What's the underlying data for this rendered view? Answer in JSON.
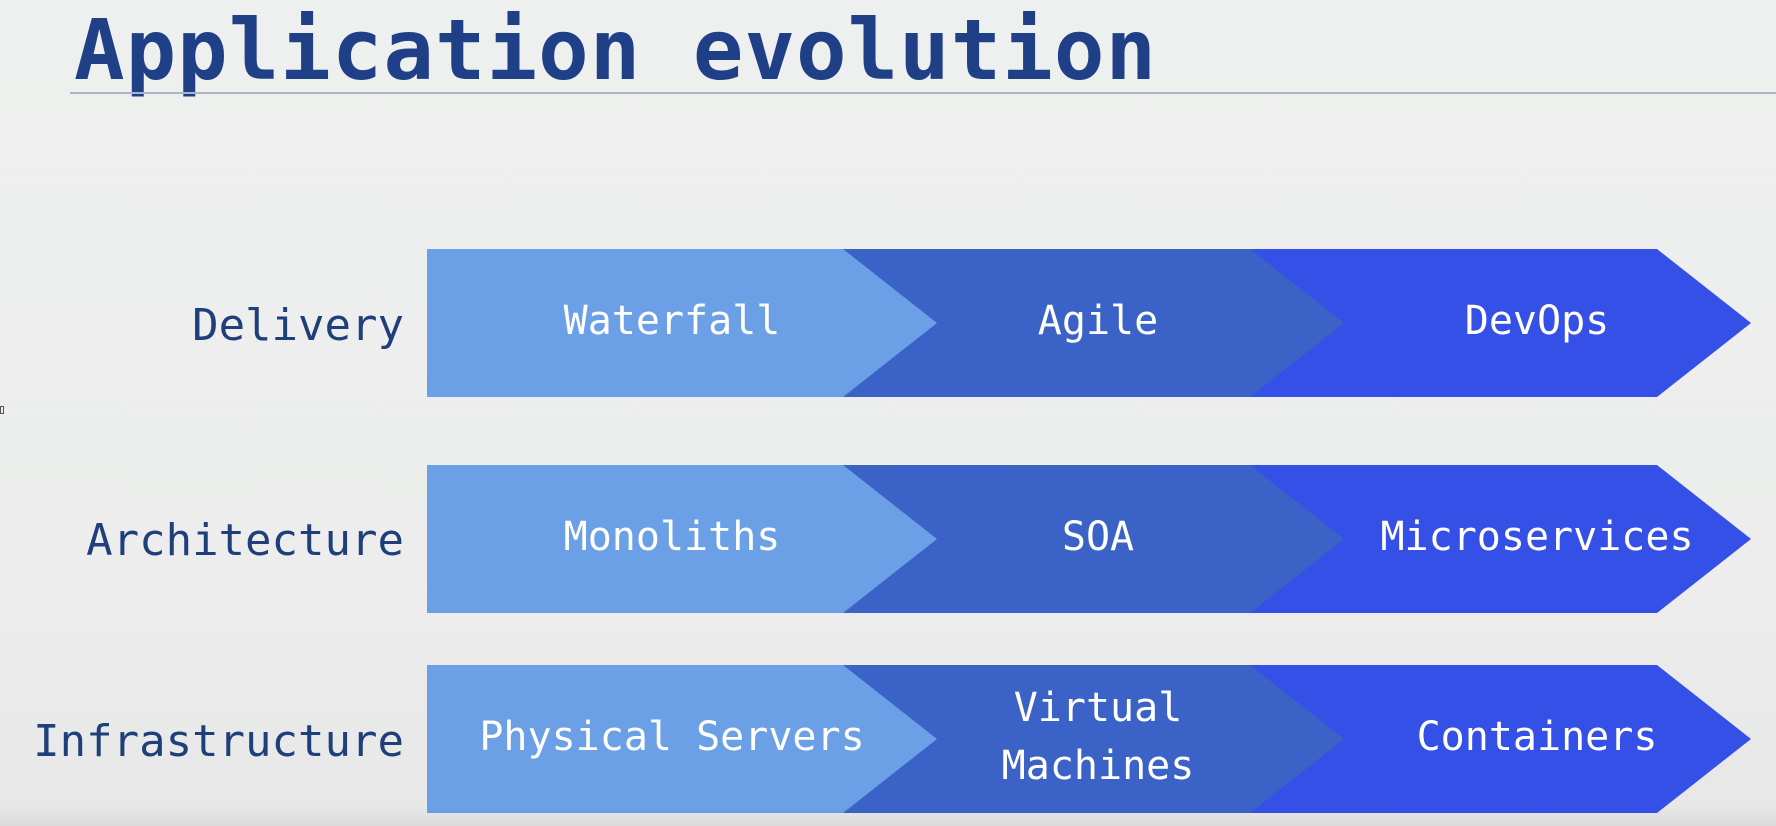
{
  "title": "Application evolution",
  "colors": {
    "stage1": "#6b9fe6",
    "stage2": "#3b62c7",
    "stage3": "#3550e6",
    "label": "#1f3f7a",
    "title": "#1f3f87"
  },
  "rows": [
    {
      "label": "Delivery",
      "stages": [
        {
          "lines": [
            "Waterfall"
          ]
        },
        {
          "lines": [
            "Agile"
          ]
        },
        {
          "lines": [
            "DevOps"
          ]
        }
      ]
    },
    {
      "label": "Architecture",
      "stages": [
        {
          "lines": [
            "Monoliths"
          ]
        },
        {
          "lines": [
            "SOA"
          ]
        },
        {
          "lines": [
            "Microservices"
          ]
        }
      ]
    },
    {
      "label": "Infrastructure",
      "stages": [
        {
          "lines": [
            "Physical Servers"
          ]
        },
        {
          "lines": [
            "Virtual",
            "Machines"
          ]
        },
        {
          "lines": [
            "Containers"
          ]
        }
      ]
    }
  ]
}
